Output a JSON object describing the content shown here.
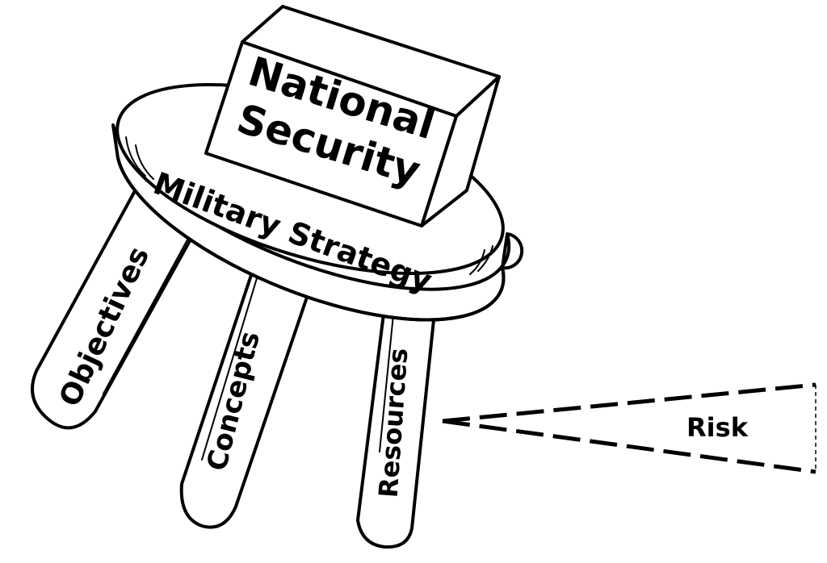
{
  "diagram": {
    "box_label_line1": "National",
    "box_label_line2": "Security",
    "seat_label": "Military Strategy",
    "legs": [
      {
        "label": "Objectives"
      },
      {
        "label": "Concepts"
      },
      {
        "label": "Resources"
      }
    ],
    "risk_label": "Risk"
  },
  "colors": {
    "stroke": "#000000",
    "fill": "#ffffff"
  }
}
